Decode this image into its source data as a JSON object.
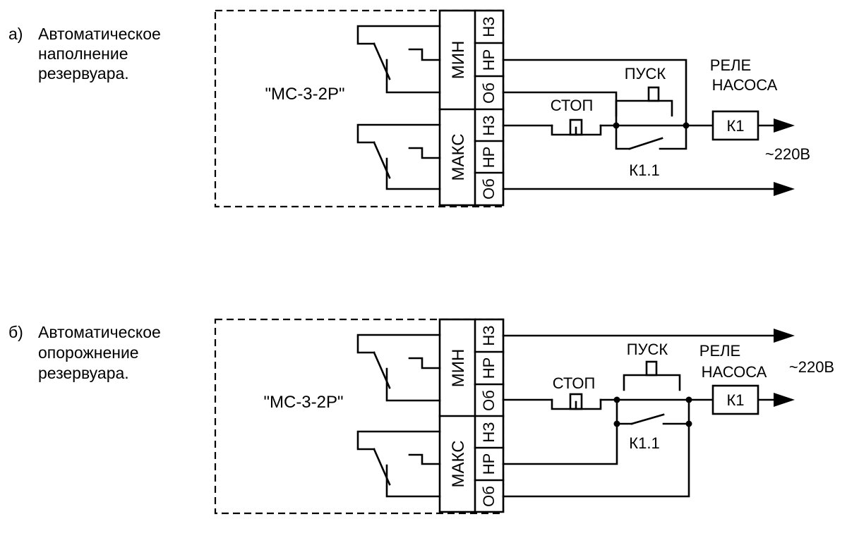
{
  "colors": {
    "line": "#000000",
    "background": "#ffffff"
  },
  "diagrams": [
    {
      "caption_prefix": "а)",
      "caption_lines": [
        "Автоматическое",
        "наполнение",
        "резервуара."
      ],
      "device_label": "\"МС-3-2Р\"",
      "sensor_top": "МИН",
      "sensor_bottom": "МАКС",
      "terminals_top": [
        "НЗ",
        "НР",
        "Об"
      ],
      "terminals_bottom": [
        "НЗ",
        "НР",
        "Об"
      ],
      "stop_label": "СТОП",
      "start_label": "ПУСК",
      "relay_title_lines": [
        "РЕЛЕ",
        "НАСОСА"
      ],
      "relay_coil": "К1",
      "contact_label": "К1.1",
      "supply_label": "~220В"
    },
    {
      "caption_prefix": "б)",
      "caption_lines": [
        "Автоматическое",
        "опорожнение",
        "резервуара."
      ],
      "device_label": "\"МС-3-2Р\"",
      "sensor_top": "МИН",
      "sensor_bottom": "МАКС",
      "terminals_top": [
        "НЗ",
        "НР",
        "Об"
      ],
      "terminals_bottom": [
        "НЗ",
        "НР",
        "Об"
      ],
      "stop_label": "СТОП",
      "start_label": "ПУСК",
      "relay_title_lines": [
        "РЕЛЕ",
        "НАСОСА"
      ],
      "relay_coil": "К1",
      "contact_label": "К1.1",
      "supply_label": "~220В"
    }
  ]
}
